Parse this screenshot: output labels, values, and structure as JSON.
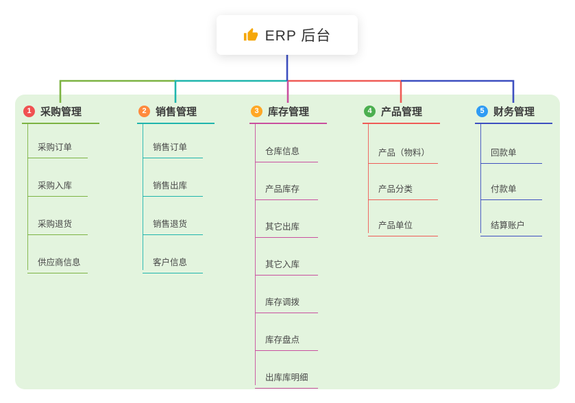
{
  "root": {
    "label": "ERP 后台",
    "icon": "thumbs-up-icon"
  },
  "colors": {
    "root_stem": "#3d4fc0",
    "icon_gold": "#f5a70a",
    "canvas": "#e3f4de"
  },
  "branches": [
    {
      "index": "1",
      "title": "采购管理",
      "color": "#7cb342",
      "badge_color": "#f05151",
      "children": [
        "采购订单",
        "采购入库",
        "采购退货",
        "供应商信息"
      ]
    },
    {
      "index": "2",
      "title": "销售管理",
      "color": "#1fb5ad",
      "badge_color": "#ff8a3d",
      "children": [
        "销售订单",
        "销售出库",
        "销售退货",
        "客户信息"
      ]
    },
    {
      "index": "3",
      "title": "库存管理",
      "color": "#c94f9f",
      "badge_color": "#ffa726",
      "children": [
        "仓库信息",
        "产品库存",
        "其它出库",
        "其它入库",
        "库存调拨",
        "库存盘点",
        "出库库明细"
      ]
    },
    {
      "index": "4",
      "title": "产品管理",
      "color": "#ef5b56",
      "badge_color": "#4caf50",
      "children": [
        "产品（物料）",
        "产品分类",
        "产品单位"
      ]
    },
    {
      "index": "5",
      "title": "财务管理",
      "color": "#3d4fc0",
      "badge_color": "#2f9bf4",
      "children": [
        "回款单",
        "付款单",
        "结算账户"
      ]
    }
  ]
}
